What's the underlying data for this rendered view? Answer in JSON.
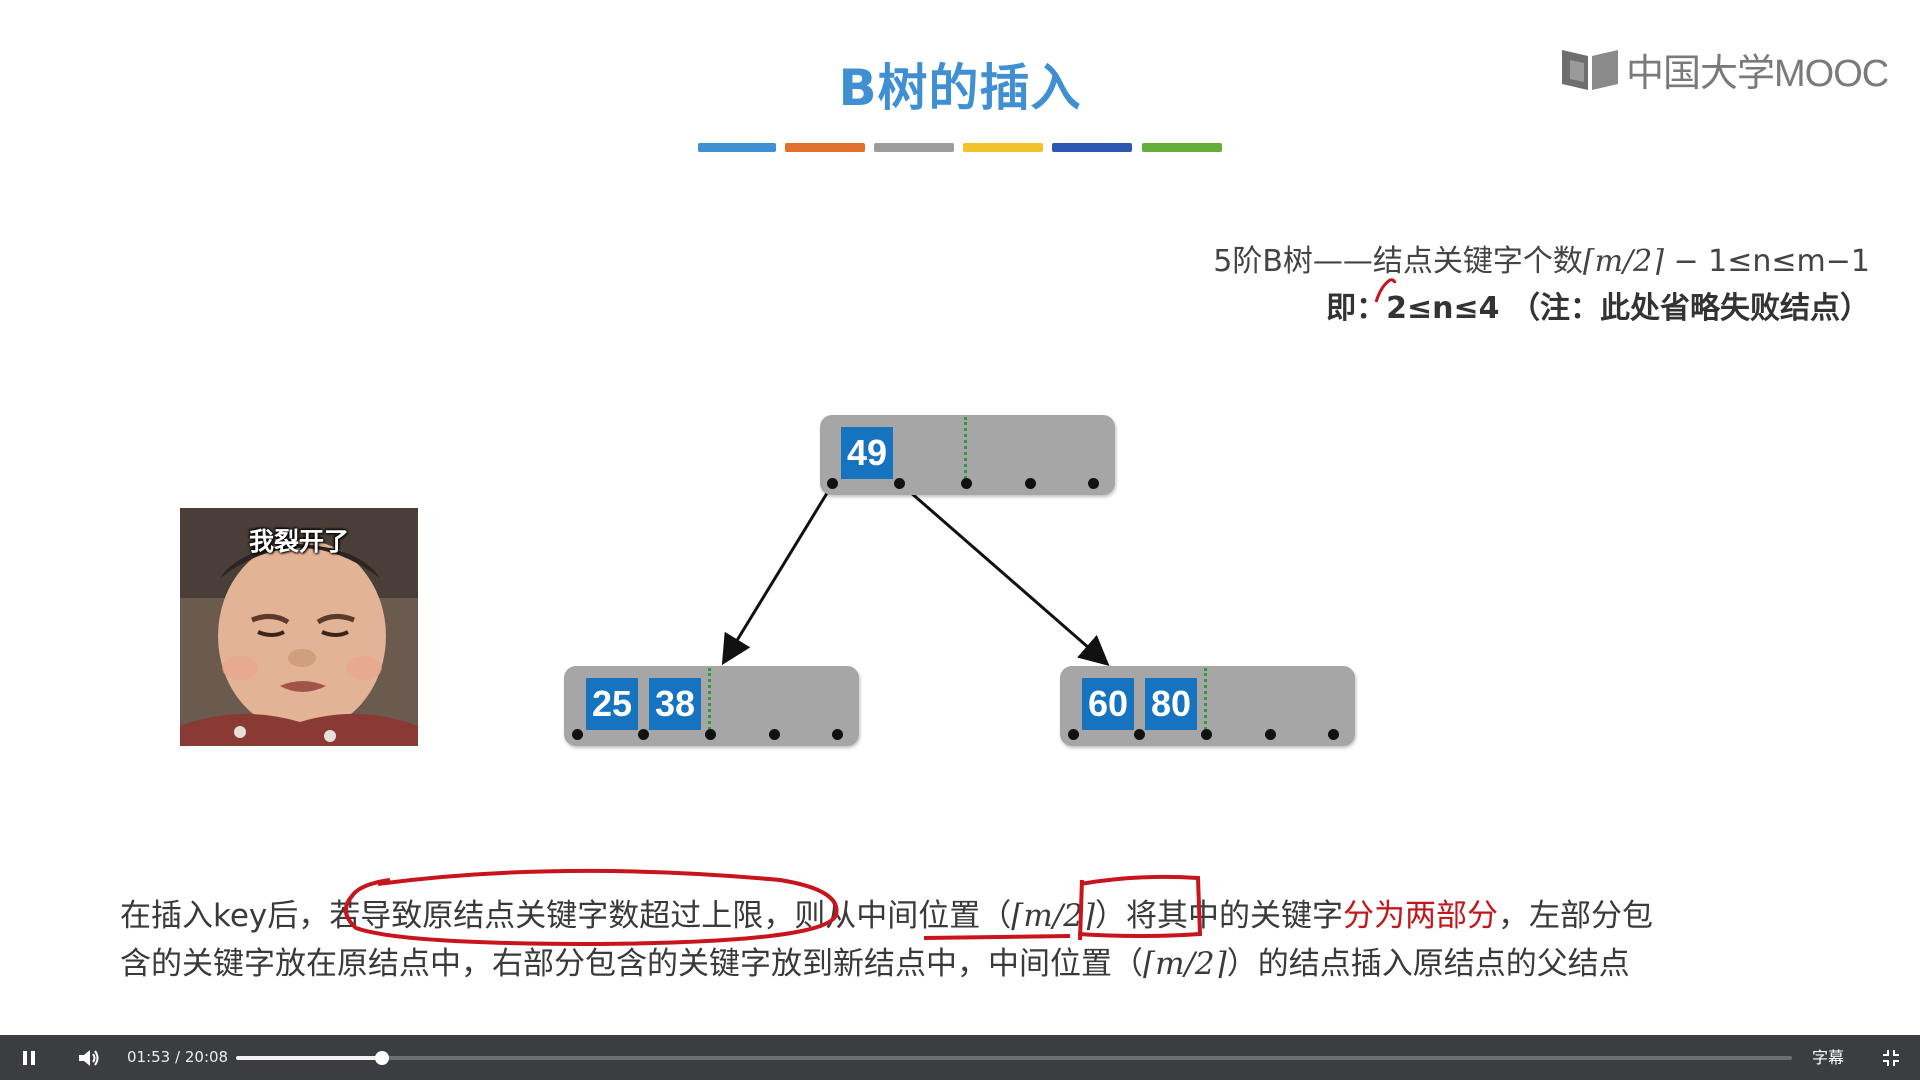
{
  "slide": {
    "title": "B树的插入",
    "brand": "中国大学MOOC",
    "title_bar_colors": [
      "#3f8fd2",
      "#e0702c",
      "#9c9c9c",
      "#f2c22a",
      "#2c57b1",
      "#63ad38"
    ],
    "rule_line1_prefix": "5阶B树——结点关键字个数",
    "rule_line1_formula": "⌈m/2⌉",
    "rule_line1_suffix": " − 1≤n≤m−1",
    "rule_line2": "即：2≤n≤4 （注：此处省略失败结点）",
    "tree": {
      "root": {
        "keys": [
          "49"
        ]
      },
      "left": {
        "keys": [
          "25",
          "38"
        ]
      },
      "right": {
        "keys": [
          "60",
          "80"
        ]
      }
    },
    "meme_caption": "我裂开了",
    "desc_line1": {
      "a": "在插入key后，",
      "b": "若导致原结点关键字数超过上限",
      "c": "，则从",
      "d": "中间位置",
      "e": "（",
      "f": "⌈m/2⌉",
      "g": "）将其中的关键字",
      "h": "分为两部分",
      "i": "，左部分包"
    },
    "desc_line2": {
      "a": "含的关键字放在原结点中，右部分包含的关键字放到新结点中，中间位置（",
      "b": "⌈m/2⌉",
      "c": "）的结点插入原结点的父结点"
    },
    "annotation_color": "#c8141c",
    "key_color": "#1673c0",
    "node_color": "#a6a6a6"
  },
  "player": {
    "current_time": "01:53",
    "separator": "/",
    "duration": "20:08",
    "progress_fraction": 0.094,
    "subtitle_label": "字幕",
    "pause_icon": "pause-icon",
    "volume_icon": "volume-icon",
    "exit_fullscreen_icon": "exit-fullscreen-icon"
  }
}
